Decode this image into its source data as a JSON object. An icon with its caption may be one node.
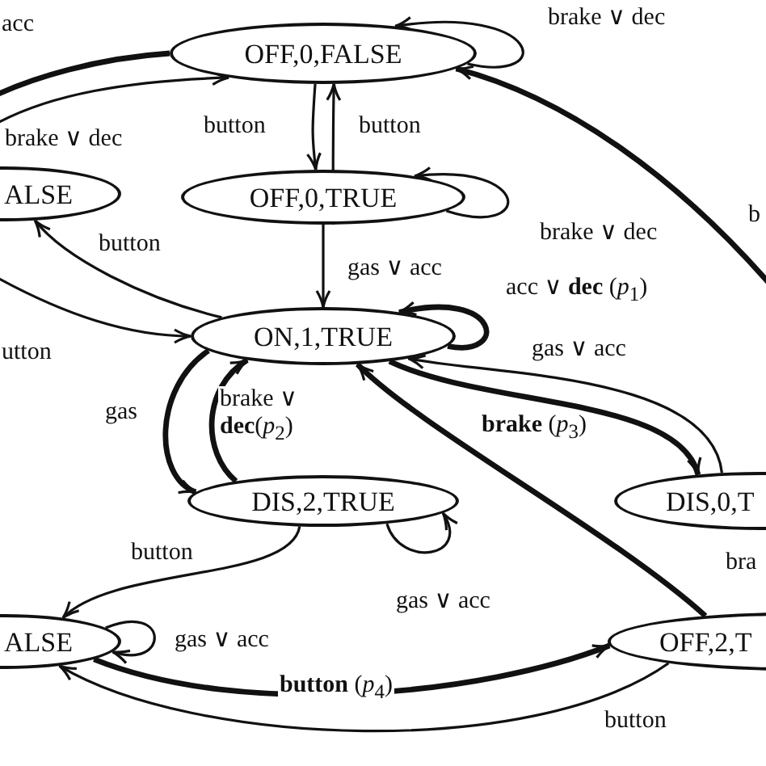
{
  "diagram": {
    "nodes": [
      {
        "text": [
          "OFF,0,FALSE"
        ]
      },
      {
        "text": [
          "OFF,0,TRUE"
        ]
      },
      {
        "text": [
          "ALSE"
        ]
      },
      {
        "text": [
          "ON,1,TRUE"
        ]
      },
      {
        "text": [
          "DIS,2,TRUE"
        ]
      },
      {
        "text": [
          "DIS,0,T"
        ]
      },
      {
        "text": [
          "ALSE"
        ]
      },
      {
        "text": [
          "OFF,2,T"
        ]
      }
    ],
    "edges": [
      {
        "from": 0,
        "to": 0,
        "arrow": "to",
        "label": "brake ∨ dec"
      },
      {
        "from": 0,
        "to": 1,
        "arrow": "to",
        "label": "button"
      },
      {
        "from": 1,
        "to": 0,
        "arrow": "to",
        "label": "button"
      },
      {
        "from": 0,
        "to": null,
        "arrow": "none",
        "label": "acc",
        "style": "thick"
      },
      {
        "from": null,
        "to": 0,
        "arrow": "to",
        "label": "brake ∨ dec"
      },
      {
        "from": 1,
        "to": 1,
        "arrow": "to",
        "label": "brake ∨ dec"
      },
      {
        "from": 1,
        "to": 3,
        "arrow": "to",
        "label": "gas ∨ acc"
      },
      {
        "from": 3,
        "to": 2,
        "arrow": "to",
        "label": "button"
      },
      {
        "from": null,
        "to": 3,
        "arrow": "to",
        "label": "utton"
      },
      {
        "from": 3,
        "to": 3,
        "arrow": "to",
        "label": "acc ∨ **dec** (*p*$_{1}$)",
        "style": "thick"
      },
      {
        "from": 3,
        "to": 4,
        "arrow": "to",
        "label": "gas",
        "style": "thick"
      },
      {
        "from": 4,
        "to": 3,
        "arrow": "to",
        "label": "brake ∨ **dec**(*p*$_{2}$)",
        "style": "thick"
      },
      {
        "from": 3,
        "to": 5,
        "arrow": "to",
        "label": "**brake** (*p*$_{3}$)",
        "style": "thick"
      },
      {
        "from": 5,
        "to": 3,
        "arrow": "to",
        "label": "gas ∨ acc"
      },
      {
        "from": 7,
        "to": 3,
        "arrow": "to",
        "style": "thick"
      },
      {
        "from": null,
        "to": 0,
        "arrow": "to",
        "style": "thick"
      },
      {
        "from": 4,
        "to": 6,
        "arrow": "to",
        "label": "button"
      },
      {
        "from": 6,
        "to": 6,
        "arrow": "to",
        "label": "gas ∨ acc"
      },
      {
        "from": 6,
        "to": 7,
        "arrow": "to",
        "label": "**button** (*p*$_{4}$)",
        "style": "thick"
      },
      {
        "from": 7,
        "to": 6,
        "arrow": "to",
        "label": "button"
      },
      {
        "from": 4,
        "to": 4,
        "arrow": "to"
      }
    ],
    "labels": [
      "gas ∨ acc",
      "b",
      "bra"
    ]
  }
}
